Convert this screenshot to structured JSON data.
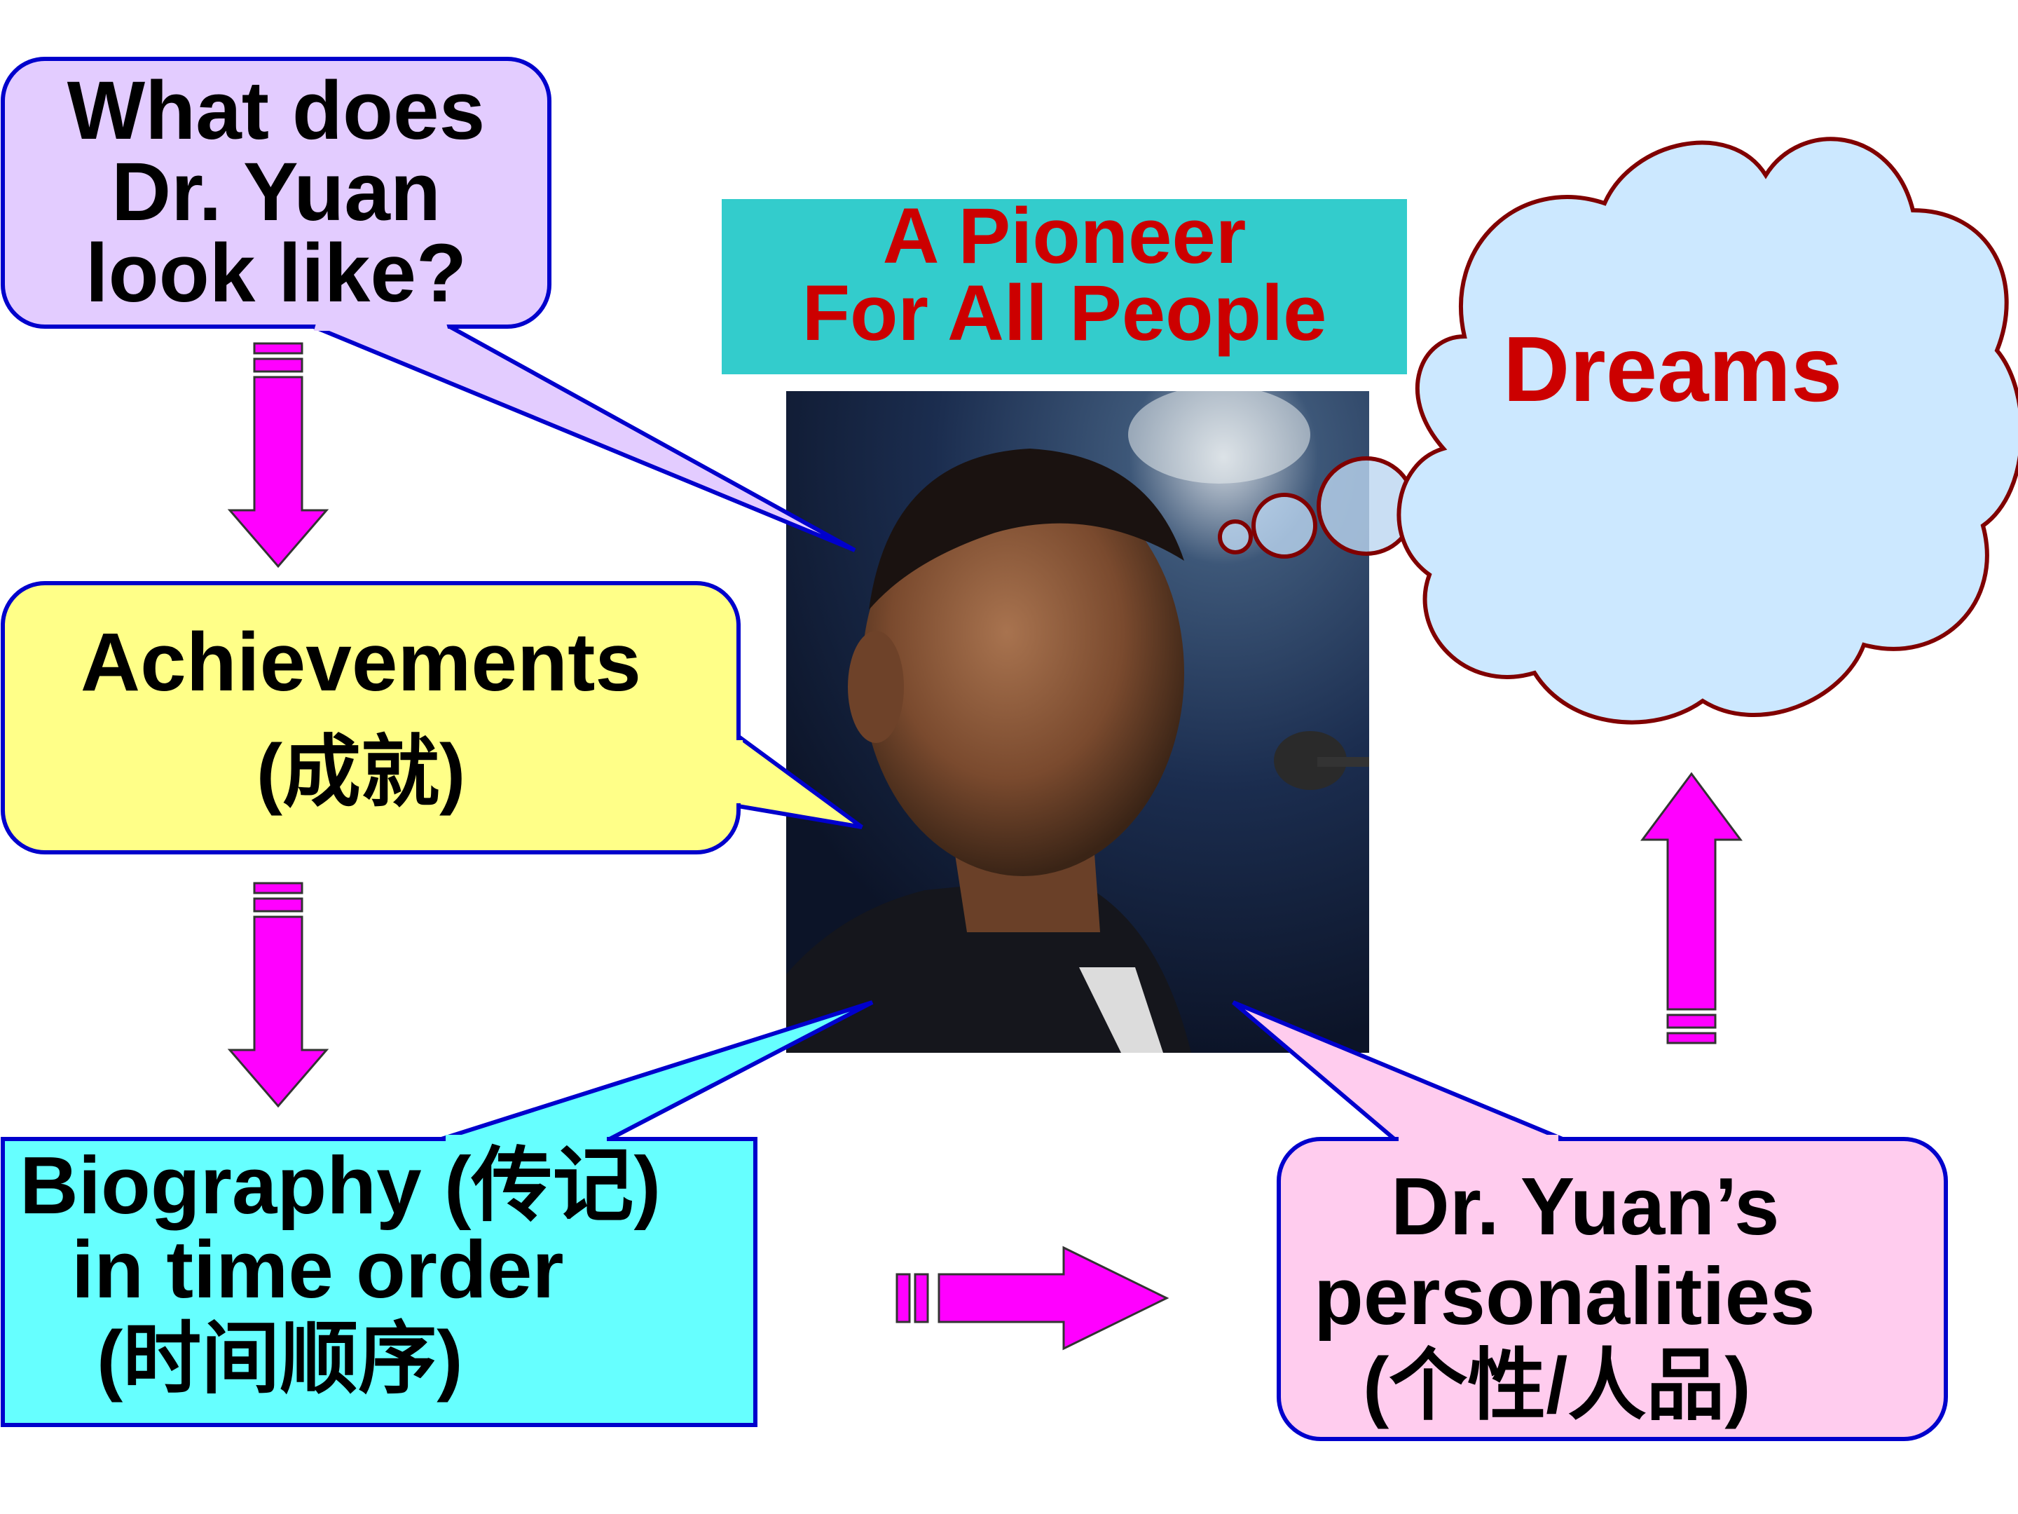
{
  "title": {
    "line1": "A Pioneer",
    "line2": "For All People"
  },
  "photo_alt": "portrait photo",
  "boxes": {
    "looks": {
      "line1": "What does",
      "line2": "Dr. Yuan",
      "line3": "look like?"
    },
    "achievements": {
      "line1": "Achievements",
      "line2": "(成就)"
    },
    "biography": {
      "line1": "Biography (传记)",
      "line2": "in time order",
      "line3": "(时间顺序)"
    },
    "personalities": {
      "line1": "Dr. Yuan’s",
      "line2": "personalities",
      "line3": "(个性/人品)"
    },
    "dreams": {
      "label": "Dreams"
    }
  },
  "colors": {
    "looks_fill": "#e3ccff",
    "achievements_fill": "#ffff88",
    "biography_fill": "#66ffff",
    "personalities_fill": "#ffccee",
    "dreams_fill": "#cce8ff",
    "title_bg": "#33cccc",
    "arrow": "#ff00ff",
    "callout_border": "#0000cc",
    "cloud_border": "#800000",
    "text_red": "#cc0000"
  }
}
